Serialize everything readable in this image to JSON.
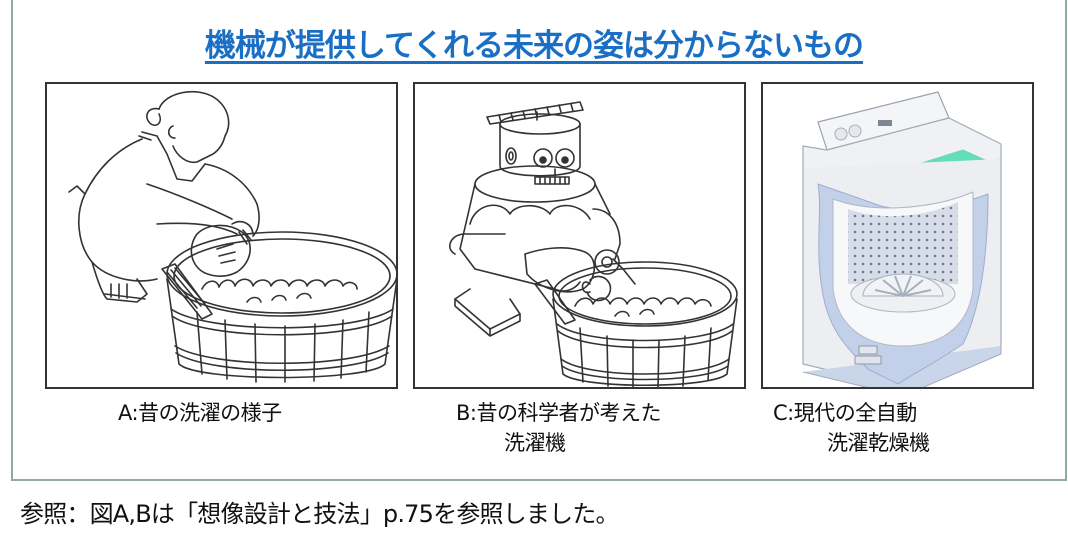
{
  "slide": {
    "title": "機械が提供してくれる未来の姿は分からないもの",
    "title_color": "#1a6fc4",
    "frame_border_color": "#8fa9a8"
  },
  "panels": [
    {
      "id": "A",
      "illustration": "woman-washing-laundry-in-wooden-tub",
      "caption_line1": "A:昔の洗濯の様子",
      "caption_line2": ""
    },
    {
      "id": "B",
      "illustration": "robot-washing-laundry-in-wooden-tub",
      "caption_line1": "B:昔の科学者が考えた",
      "caption_line2": "洗濯機"
    },
    {
      "id": "C",
      "illustration": "modern-washing-machine-cutaway",
      "caption_line1": "C:現代の全自動",
      "caption_line2": "洗濯乾燥機"
    }
  ],
  "reference": {
    "text": "参照：図A,Bは「想像設計と技法」p.75を参照しました。"
  }
}
